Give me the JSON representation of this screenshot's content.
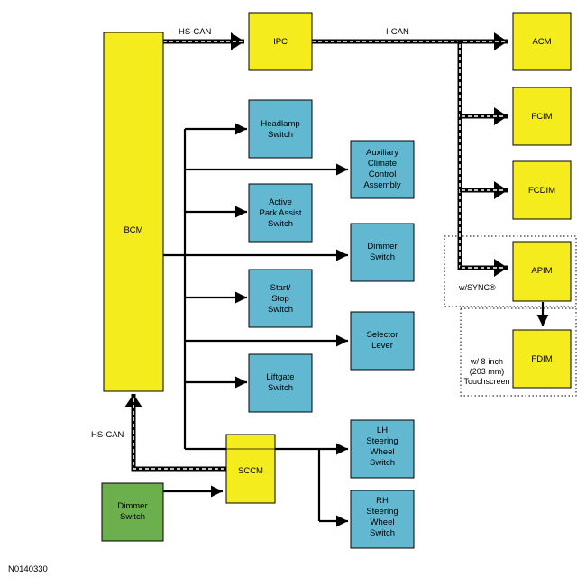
{
  "colors": {
    "module_yellow": "#f5ec1e",
    "switch_blue": "#63b8d1",
    "input_green": "#6bb04d",
    "line": "#000000",
    "bus_dash": "#ffffff"
  },
  "buses": {
    "hs_can_top": "HS-CAN",
    "i_can": "I-CAN",
    "hs_can_left": "HS-CAN"
  },
  "modules": {
    "bcm": "BCM",
    "ipc": "IPC",
    "acm": "ACM",
    "fcim": "FCIM",
    "fcdim": "FCDIM",
    "apim": "APIM",
    "fdim": "FDIM",
    "sccm": "SCCM"
  },
  "switches": {
    "headlamp": [
      "Headlamp",
      "Switch"
    ],
    "aux_climate": [
      "Auxiliary",
      "Climate",
      "Control",
      "Assembly"
    ],
    "active_park": [
      "Active",
      "Park Assist",
      "Switch"
    ],
    "dimmer_right": [
      "Dimmer",
      "Switch"
    ],
    "start_stop": [
      "Start/",
      "Stop",
      "Switch"
    ],
    "selector": [
      "Selector",
      "Lever"
    ],
    "liftgate": [
      "Liftgate",
      "Switch"
    ],
    "lh_steering": [
      "LH",
      "Steering",
      "Wheel",
      "Switch"
    ],
    "rh_steering": [
      "RH",
      "Steering",
      "Wheel",
      "Switch"
    ],
    "dimmer_green": [
      "Dimmer",
      "Switch"
    ]
  },
  "options": {
    "sync": "w/SYNC®",
    "touchscreen": [
      "w/ 8-inch",
      "(203 mm)",
      "Touchscreen"
    ]
  },
  "reference": "N0140330"
}
